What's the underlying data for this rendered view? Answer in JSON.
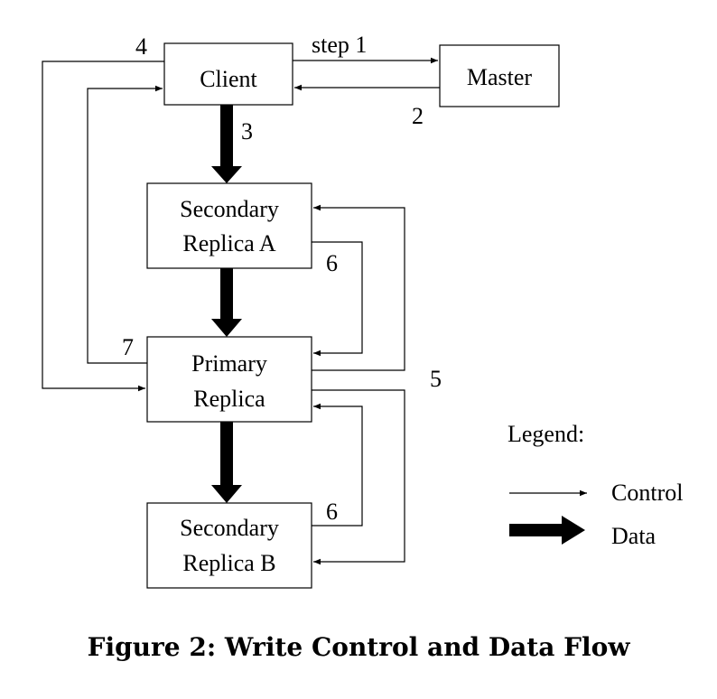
{
  "nodes": {
    "client": "Client",
    "master": "Master",
    "secondary_a": [
      "Secondary",
      "Replica A"
    ],
    "primary": [
      "Primary",
      "Replica"
    ],
    "secondary_b": [
      "Secondary",
      "Replica B"
    ]
  },
  "labels": {
    "step1": "step 1",
    "step2": "2",
    "step3": "3",
    "step4": "4",
    "step5": "5",
    "step6a": "6",
    "step6b": "6",
    "step7": "7"
  },
  "legend": {
    "title": "Legend:",
    "control": "Control",
    "data": "Data"
  },
  "caption": "Figure 2:  Write Control and Data Flow",
  "colors": {
    "stroke": "#000000",
    "background": "#ffffff"
  }
}
